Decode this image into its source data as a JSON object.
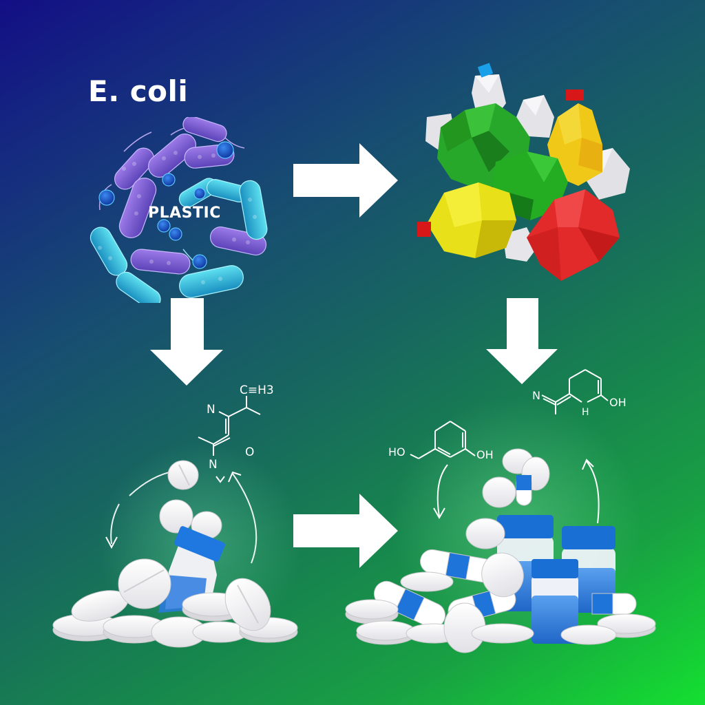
{
  "header": {
    "title": "E. coli"
  },
  "organism_cluster": {
    "label": "PLASTIC",
    "colors": {
      "purple": "#7a5fd6",
      "cyan": "#2fb8d8",
      "spore": "#1f6fd0"
    }
  },
  "plastic_waste": {
    "description": "low-poly pile of plastic bottles",
    "colors": {
      "green": "#25b020",
      "yellow": "#f0d818",
      "red": "#e02828",
      "white": "#e8e8ec",
      "cap_blue": "#1aa0e8",
      "cap_red": "#d81818"
    }
  },
  "molecule_left": {
    "atoms": {
      "top": "C≡H3",
      "n_top": "N",
      "n_bottom": "N",
      "oxygen": "O"
    }
  },
  "molecule_right_top": {
    "atoms": {
      "n": "N",
      "h": "H",
      "oh": "OH"
    }
  },
  "molecule_right_left": {
    "atoms": {
      "ho": "HO",
      "oh": "OH"
    }
  },
  "flow": {
    "arrows": [
      "right",
      "down",
      "down",
      "right"
    ]
  },
  "colors": {
    "bg_top_left": "#130e85",
    "bg_bottom_right": "#14e030",
    "arrow": "#ffffff",
    "pill": "#f4f4f6",
    "capsule_blue": "#1e74d8",
    "bottle_cap": "#1a6fd4",
    "liquid": "#3a86e0"
  }
}
